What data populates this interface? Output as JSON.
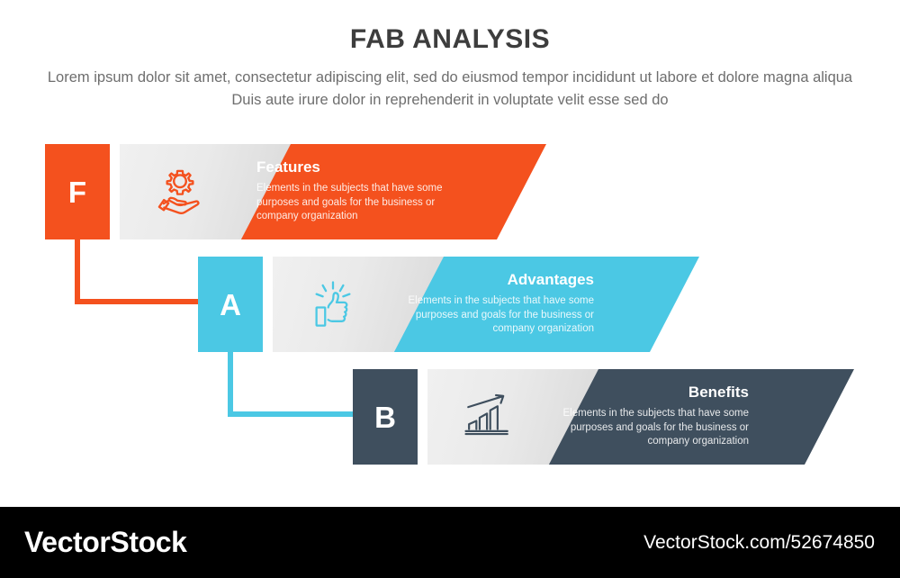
{
  "header": {
    "title": "FAB ANALYSIS",
    "subtitle": "Lorem ipsum dolor sit amet, consectetur adipiscing elit, sed do eiusmod tempor incididunt ut labore et dolore magna aliqua Duis aute irure dolor in reprehenderit in voluptate velit esse sed do"
  },
  "colors": {
    "orange": "#F4511E",
    "cyan": "#4BC8E4",
    "slate": "#3F4F5E",
    "panel_gray": "#EAEAEA",
    "title_text": "#3D3D3D",
    "subtitle_text": "#6E6E6E",
    "watermark_bg": "#000000"
  },
  "rows": [
    {
      "letter": "F",
      "heading": "Features",
      "description": "Elements in the subjects that have some purposes and goals for the business or company organization",
      "color": "#F4511E",
      "icon": "gear-hand-icon",
      "align": "left"
    },
    {
      "letter": "A",
      "heading": "Advantages",
      "description": "Elements in the subjects that have some purposes and goals for the business or company organization",
      "color": "#4BC8E4",
      "icon": "thumbs-up-icon",
      "align": "right"
    },
    {
      "letter": "B",
      "heading": "Benefits",
      "description": "Elements in the subjects that have some purposes and goals for the business or company organization",
      "color": "#3F4F5E",
      "icon": "growth-bar-chart-icon",
      "align": "right"
    }
  ],
  "watermark": {
    "logo": "VectorStock",
    "url": "VectorStock.com/52674850"
  }
}
